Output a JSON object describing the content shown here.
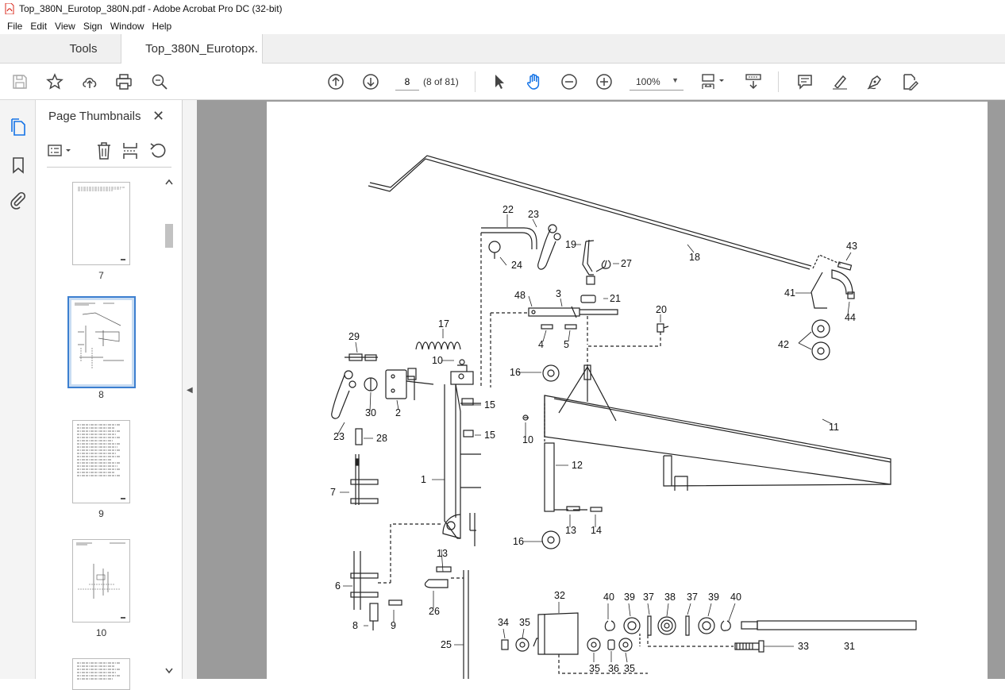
{
  "window": {
    "title": "Top_380N_Eurotop_380N.pdf - Adobe Acrobat Pro DC (32-bit)"
  },
  "menu": [
    "File",
    "Edit",
    "View",
    "Sign",
    "Window",
    "Help"
  ],
  "tabs": {
    "tools": "Tools",
    "document": "Top_380N_Eurotop..."
  },
  "toolbar": {
    "page_value": "8",
    "page_count": "(8 of 81)",
    "zoom": "100%"
  },
  "panel": {
    "title": "Page Thumbnails",
    "thumbnails": [
      {
        "label": "7",
        "selected": false
      },
      {
        "label": "8",
        "selected": true
      },
      {
        "label": "9",
        "selected": false
      },
      {
        "label": "10",
        "selected": false
      }
    ]
  },
  "drawing": {
    "callouts": {
      "c22": "22",
      "c23a": "23",
      "c24": "24",
      "c19": "19",
      "c27": "27",
      "c18": "18",
      "c43": "43",
      "c41": "41",
      "c44": "44",
      "c42": "42",
      "c48": "48",
      "c3": "3",
      "c21": "21",
      "c20": "20",
      "c4": "4",
      "c5": "5",
      "c17": "17",
      "c29": "29",
      "c10a": "10",
      "c16a": "16",
      "c30": "30",
      "c2": "2",
      "c15a": "15",
      "c15b": "15",
      "c23b": "23",
      "c28": "28",
      "c10b": "10",
      "c11": "11",
      "c12": "12",
      "c1": "1",
      "c7": "7",
      "c13a": "13",
      "c14": "14",
      "c16b": "16",
      "c13b": "13",
      "c6": "6",
      "c26": "26",
      "c9": "9",
      "c8": "8",
      "c32": "32",
      "c40a": "40",
      "c39a": "39",
      "c37a": "37",
      "c38": "38",
      "c37b": "37",
      "c39b": "39",
      "c40b": "40",
      "c34": "34",
      "c35a": "35",
      "c25": "25",
      "c33": "33",
      "c31": "31",
      "c35b": "35",
      "c36": "36",
      "c35c": "35"
    }
  }
}
